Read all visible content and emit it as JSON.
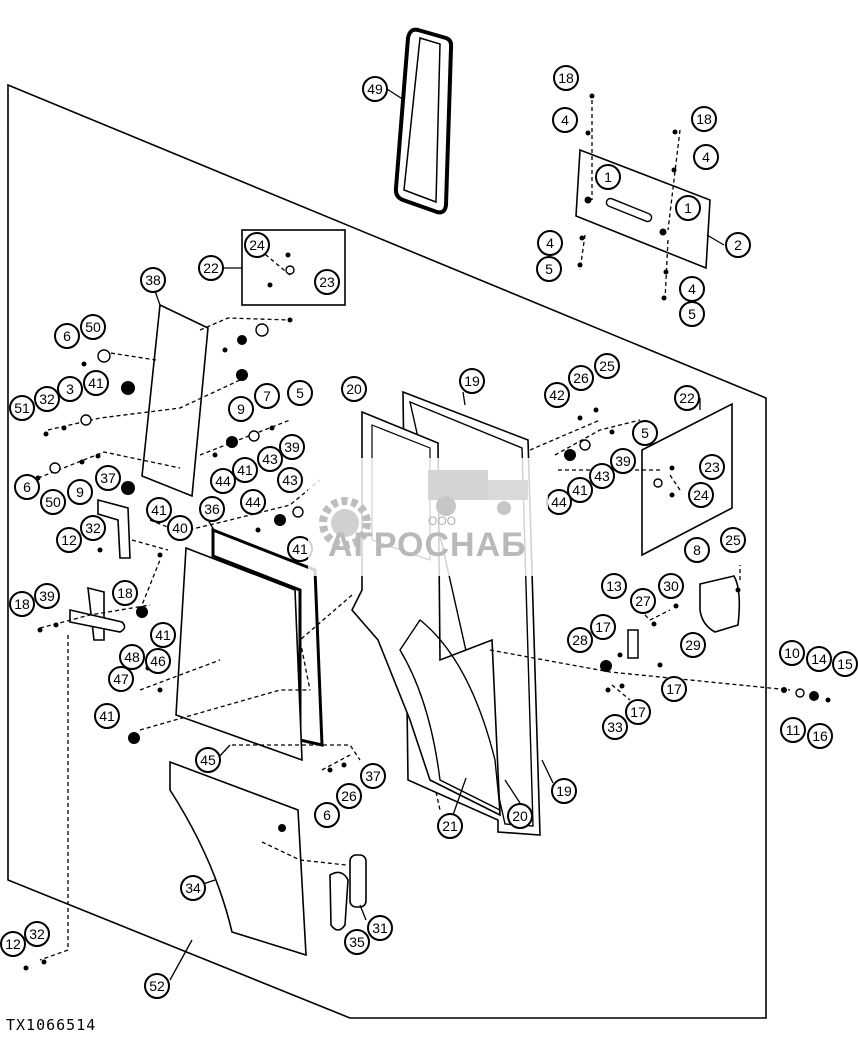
{
  "drawing_id": "TX1066514",
  "watermark": {
    "company": "АГРОСНАБ",
    "prefix": "ООО"
  },
  "callouts": [
    {
      "label": "49"
    },
    {
      "label": "18"
    },
    {
      "label": "4"
    },
    {
      "label": "18"
    },
    {
      "label": "4"
    },
    {
      "label": "1"
    },
    {
      "label": "1"
    },
    {
      "label": "2"
    },
    {
      "label": "4"
    },
    {
      "label": "5"
    },
    {
      "label": "4"
    },
    {
      "label": "5"
    },
    {
      "label": "22"
    },
    {
      "label": "24"
    },
    {
      "label": "23"
    },
    {
      "label": "38"
    },
    {
      "label": "6"
    },
    {
      "label": "50"
    },
    {
      "label": "41"
    },
    {
      "label": "51"
    },
    {
      "label": "32"
    },
    {
      "label": "3"
    },
    {
      "label": "7"
    },
    {
      "label": "9"
    },
    {
      "label": "5"
    },
    {
      "label": "39"
    },
    {
      "label": "43"
    },
    {
      "label": "41"
    },
    {
      "label": "44"
    },
    {
      "label": "43"
    },
    {
      "label": "41"
    },
    {
      "label": "44"
    },
    {
      "label": "36"
    },
    {
      "label": "6"
    },
    {
      "label": "50"
    },
    {
      "label": "9"
    },
    {
      "label": "37"
    },
    {
      "label": "41"
    },
    {
      "label": "32"
    },
    {
      "label": "12"
    },
    {
      "label": "40"
    },
    {
      "label": "18"
    },
    {
      "label": "18"
    },
    {
      "label": "39"
    },
    {
      "label": "41"
    },
    {
      "label": "48"
    },
    {
      "label": "46"
    },
    {
      "label": "47"
    },
    {
      "label": "41"
    },
    {
      "label": "45"
    },
    {
      "label": "20"
    },
    {
      "label": "19"
    },
    {
      "label": "42"
    },
    {
      "label": "26"
    },
    {
      "label": "25"
    },
    {
      "label": "5"
    },
    {
      "label": "22"
    },
    {
      "label": "39"
    },
    {
      "label": "43"
    },
    {
      "label": "41"
    },
    {
      "label": "44"
    },
    {
      "label": "23"
    },
    {
      "label": "24"
    },
    {
      "label": "8"
    },
    {
      "label": "25"
    },
    {
      "label": "13"
    },
    {
      "label": "30"
    },
    {
      "label": "27"
    },
    {
      "label": "17"
    },
    {
      "label": "29"
    },
    {
      "label": "28"
    },
    {
      "label": "17"
    },
    {
      "label": "17"
    },
    {
      "label": "33"
    },
    {
      "label": "10"
    },
    {
      "label": "14"
    },
    {
      "label": "15"
    },
    {
      "label": "11"
    },
    {
      "label": "16"
    },
    {
      "label": "19"
    },
    {
      "label": "20"
    },
    {
      "label": "21"
    },
    {
      "label": "37"
    },
    {
      "label": "26"
    },
    {
      "label": "6"
    },
    {
      "label": "34"
    },
    {
      "label": "31"
    },
    {
      "label": "35"
    },
    {
      "label": "12"
    },
    {
      "label": "32"
    },
    {
      "label": "52"
    }
  ]
}
